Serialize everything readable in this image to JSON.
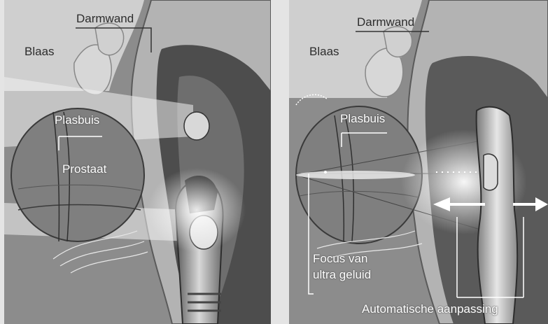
{
  "left_panel": {
    "labels": {
      "darmwand": "Darmwand",
      "blaas": "Blaas",
      "plasbuis": "Plasbuis",
      "prostaat": "Prostaat"
    }
  },
  "right_panel": {
    "labels": {
      "darmwand": "Darmwand",
      "blaas": "Blaas",
      "plasbuis": "Plasbuis",
      "focus_line1": "Focus van",
      "focus_line2": "ultra geluid",
      "automatische": "Automatische aanpassing"
    }
  },
  "colors": {
    "background": "#8c8c8c",
    "bladder": "#c9c9c9",
    "prostate": "#7e7e7e",
    "rectum_wall": "#b0b0b0",
    "rectum_lumen": "#4a4a4a",
    "beam": "#f2f2f2"
  }
}
